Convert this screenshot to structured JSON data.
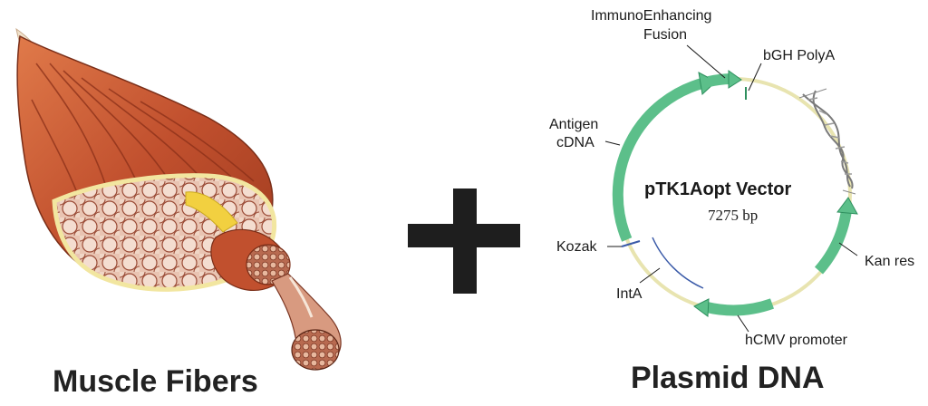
{
  "captions": {
    "left": "Muscle Fibers",
    "right": "Plasmid DNA"
  },
  "vector": {
    "name": "pTK1Aopt Vector",
    "size": "7275 bp"
  },
  "features": {
    "immuno_line1": "ImmunoEnhancing",
    "immuno_line2": "Fusion",
    "bgh": "bGH PolyA",
    "antigen_line1": "Antigen",
    "antigen_line2": "cDNA",
    "kozak": "Kozak",
    "inta": "IntA",
    "hcmv": "hCMV promoter",
    "kanres": "Kan res"
  },
  "colors": {
    "feature_green": "#5cbf8a",
    "feature_outline": "#2e8f5e",
    "backbone": "#e8e4b0",
    "marker_blue": "#3a5aa8",
    "muscle_red": "#c1502e",
    "plus": "#1e1e1e"
  }
}
